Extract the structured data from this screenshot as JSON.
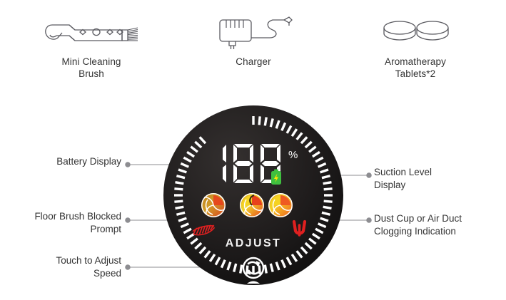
{
  "accessories": [
    {
      "id": "mini-cleaning-brush",
      "label": "Mini Cleaning\nBrush",
      "icon": "brush-icon"
    },
    {
      "id": "charger",
      "label": "Charger",
      "icon": "charger-icon"
    },
    {
      "id": "aromatherapy-tablets",
      "label": "Aromatherapy\nTablets*2",
      "icon": "tablets-icon"
    }
  ],
  "dial": {
    "battery_value": "188",
    "percent_symbol": "%",
    "adjust_label": "ADJUST",
    "battery_icon": "battery-charging-icon",
    "suction_levels": [
      {
        "id": "suction-level-1",
        "icon": "fan-icon",
        "state": "low"
      },
      {
        "id": "suction-level-2",
        "icon": "fan-icon",
        "state": "medium"
      },
      {
        "id": "suction-level-3",
        "icon": "fan-icon",
        "state": "high"
      }
    ],
    "floor_brush_icon": "roller-brush-alert-icon",
    "dust_cup_icon": "duct-clog-alert-icon",
    "touch_button_icon": "cycle-arrows-icon",
    "colors": {
      "face": "#1c1a1a",
      "ticks": "#ffffff",
      "alert_red": "#e02020",
      "battery_green": "#3fbf3f",
      "bolt_yellow": "#ffe400",
      "fan_warm": "#e8a21a",
      "fan_hot": "#e8441f",
      "fan_yellow": "#f5d322"
    }
  },
  "callouts": [
    {
      "id": "battery-display",
      "text": "Battery Display",
      "side": "left"
    },
    {
      "id": "floor-brush-blocked-prompt",
      "text": "Floor Brush Blocked\nPrompt",
      "side": "left"
    },
    {
      "id": "touch-to-adjust-speed",
      "text": "Touch to Adjust\nSpeed",
      "side": "left"
    },
    {
      "id": "suction-level-display",
      "text": "Suction Level\nDisplay",
      "side": "right"
    },
    {
      "id": "dust-cup-clogging-indication",
      "text": "Dust Cup or Air Duct\nClogging Indication",
      "side": "right"
    }
  ]
}
